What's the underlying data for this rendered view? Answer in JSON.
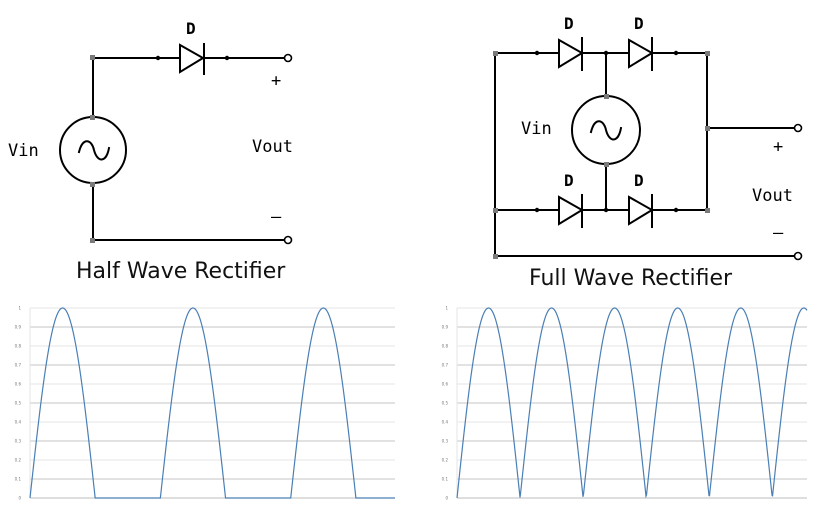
{
  "half_wave": {
    "caption": "Half Wave Rectifier",
    "source_label": "Vin",
    "diode_label": "D",
    "output_label": "Vout",
    "plus": "+",
    "minus": "–",
    "source_icon": "ac-sine-icon"
  },
  "full_wave": {
    "caption": "Full Wave Rectifier",
    "source_label": "Vin",
    "diode_labels": [
      "D",
      "D",
      "D",
      "D"
    ],
    "output_label": "Vout",
    "plus": "+",
    "minus": "–",
    "source_icon": "ac-sine-icon"
  },
  "colors": {
    "trace": "#4a7fb5",
    "grid": "#c4c4c4",
    "wire": "#000000"
  },
  "chart_data": [
    {
      "type": "line",
      "title": "",
      "xlabel": "",
      "ylabel": "",
      "description": "Half-wave rectified sine",
      "ylim": [
        0,
        1
      ],
      "yticks": [
        "0",
        "0.1",
        "0.2",
        "0.3",
        "0.4",
        "0.5",
        "0.6",
        "0.7",
        "0.8",
        "0.9",
        "1"
      ],
      "grid": true,
      "x_range_half_periods": [
        0,
        5.6
      ],
      "waveform": "half_wave",
      "peaks": 3,
      "series": [
        {
          "name": "Vout",
          "peak": 1,
          "cycles_shown": 2.8
        }
      ]
    },
    {
      "type": "line",
      "title": "",
      "xlabel": "",
      "ylabel": "",
      "description": "Full-wave rectified sine",
      "ylim": [
        0,
        1
      ],
      "yticks": [
        "0",
        "0.1",
        "0.2",
        "0.3",
        "0.4",
        "0.5",
        "0.6",
        "0.7",
        "0.8",
        "0.9",
        "1"
      ],
      "grid": true,
      "x_range_half_periods": [
        0,
        5.55
      ],
      "waveform": "full_wave",
      "peaks": 6,
      "series": [
        {
          "name": "Vout",
          "peak": 1,
          "cycles_shown": 2.78
        }
      ]
    }
  ]
}
